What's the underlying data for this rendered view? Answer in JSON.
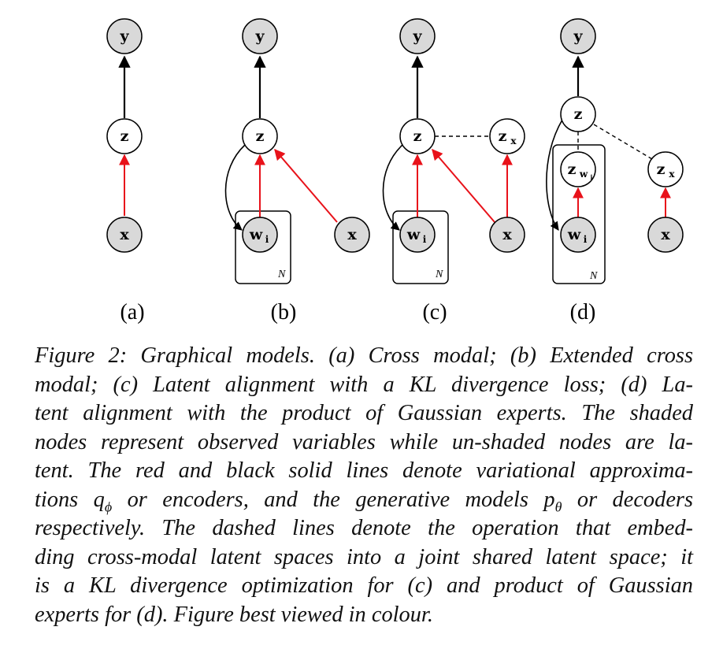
{
  "figure": {
    "nodes": {
      "y": "y",
      "z": "z",
      "x": "x",
      "w": "w",
      "w_sub": "i",
      "zx_main": "z",
      "zx_sub": "x",
      "zw_main": "z",
      "zw_sub_main": "w",
      "zw_sub_sub": "i",
      "plate_label": "N"
    },
    "panel_labels": [
      "(a)",
      "(b)",
      "(c)",
      "(d)"
    ],
    "colors": {
      "encoder_edge": "#e8121a",
      "decoder_edge": "#000000",
      "observed_fill": "#d9d9d9",
      "latent_fill": "#ffffff"
    }
  },
  "caption": {
    "lines": [
      "Figure 2: Graphical models. (a) Cross modal; (b) Extended cross",
      "modal; (c) Latent alignment with a KL divergence loss; (d) La-",
      "tent alignment with the product of Gaussian experts. The shaded",
      "nodes represent observed variables while un-shaded nodes are la-",
      "tent. The red and black solid lines denote variational approxima-",
      "tions",
      "or encoders, and the generative models",
      "or decoders",
      "respectively. The dashed lines denote the operation that embed-",
      "ding cross-modal latent spaces into a joint shared latent space; it",
      "is a KL divergence optimization for (c) and product of Gaussian",
      "experts for (d). Figure best viewed in colour."
    ],
    "q_symbol": "q",
    "q_sub": "ϕ",
    "p_symbol": "p",
    "p_sub": "θ"
  }
}
